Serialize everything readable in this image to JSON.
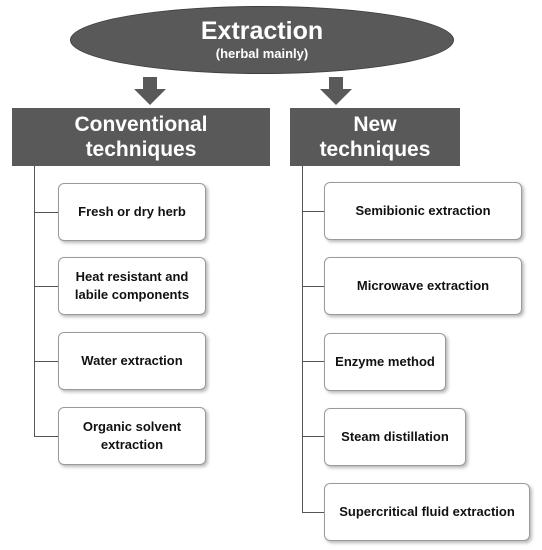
{
  "root": {
    "title": "Extraction",
    "subtitle": "(herbal mainly)"
  },
  "branches": [
    {
      "label": "Conventional\ntechniques",
      "items": [
        "Fresh or dry herb",
        "Heat resistant and\nlabile components",
        "Water extraction",
        "Organic solvent\nextraction"
      ]
    },
    {
      "label": "New\ntechniques",
      "items": [
        "Semibionic extraction",
        "Microwave extraction",
        "Enzyme method",
        "Steam distillation",
        "Supercritical fluid extraction"
      ]
    }
  ],
  "colors": {
    "header_fill": "#595959",
    "connector": "#555555",
    "node_border": "#9a9a9a"
  }
}
